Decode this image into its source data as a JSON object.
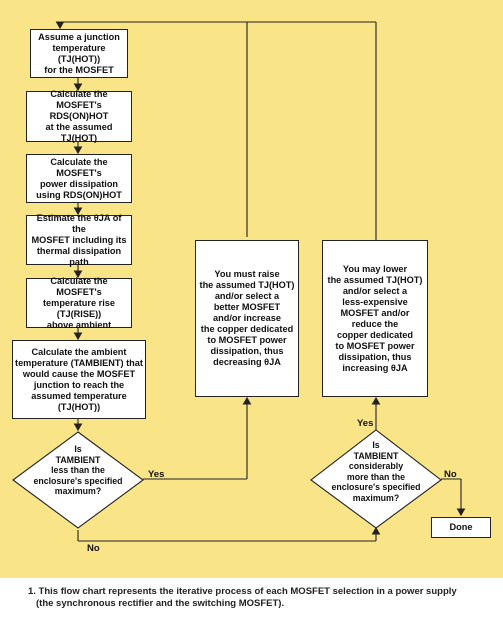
{
  "flowchart": {
    "box1": "Assume a junction\ntemperature (TJ(HOT))\nfor the MOSFET",
    "box2": "Calculate the\nMOSFET's RDS(ON)HOT\nat the assumed TJ(HOT)",
    "box3": "Calculate the MOSFET's\npower dissipation\nusing RDS(ON)HOT",
    "box4": "Estimate the θJA of the\nMOSFET including its\nthermal dissipation path",
    "box5": "Calculate the MOSFET's\ntemperature rise (TJ(RISE))\nabove ambient",
    "box6": "Calculate the ambient\ntemperature (TAMBIENT) that\nwould cause the MOSFET\njunction to reach the\nassumed temperature (TJ(HOT))",
    "decision1": "Is\nTAMBIENT\nless than the\nenclosure's specified\nmaximum?",
    "raise_box": "You must raise\nthe assumed TJ(HOT)\nand/or select a\nbetter MOSFET\nand/or increase\nthe copper dedicated\nto MOSFET power\ndissipation, thus\ndecreasing θJA",
    "lower_box": "You may lower\nthe assumed TJ(HOT)\nand/or select a\nless-expensive\nMOSFET and/or\nreduce the\ncopper dedicated\nto MOSFET power\ndissipation, thus\nincreasing θJA",
    "decision2": "Is\nTAMBIENT\nconsiderably\nmore than the\nenclosure's specified\nmaximum?",
    "done": "Done",
    "yes1": "Yes",
    "no1": "No",
    "yes2": "Yes",
    "no2": "No"
  },
  "caption": {
    "line1": "1. This flow chart represents the iterative process of each MOSFET selection in a power supply",
    "line2": "(the synchronous rectifier and the switching MOSFET)."
  },
  "colors": {
    "background": "#f9e487",
    "box": "#ffffff",
    "line": "#222222"
  }
}
